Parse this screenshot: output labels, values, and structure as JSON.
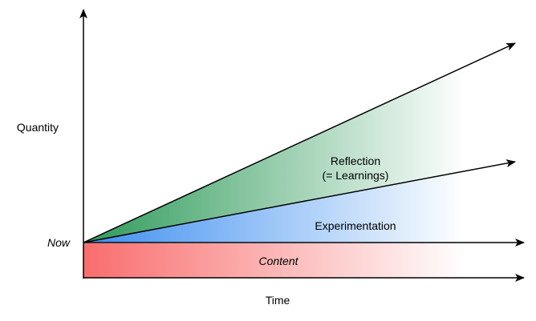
{
  "diagram": {
    "axis_y_label": "Quantity",
    "axis_x_label": "Time",
    "origin_label": "Now",
    "regions": [
      {
        "key": "reflection",
        "lines": [
          "Reflection",
          "(= Learnings)"
        ],
        "color": "#2e9a5a"
      },
      {
        "key": "experimentation",
        "lines": [
          "Experimentation"
        ],
        "color": "#3d8ef0"
      },
      {
        "key": "content",
        "lines": [
          "Content"
        ],
        "color": "#f96d6d"
      }
    ]
  }
}
